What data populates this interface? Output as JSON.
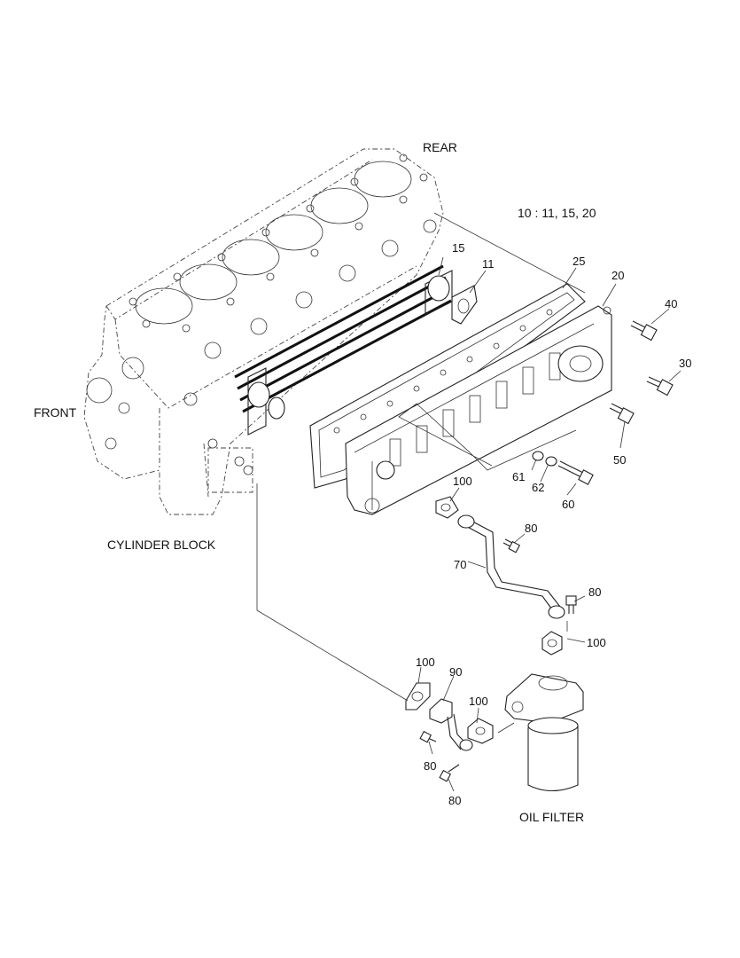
{
  "labels": {
    "rear": "REAR",
    "front": "FRONT",
    "cylinder_block": "CYLINDER BLOCK",
    "oil_filter": "OIL FILTER",
    "kit_note": "10 : 11, 15, 20"
  },
  "parts": {
    "p15": "15",
    "p11": "11",
    "p25": "25",
    "p20": "20",
    "p40": "40",
    "p30": "30",
    "p50": "50",
    "p61": "61",
    "p62": "62",
    "p60": "60",
    "p100_a": "100",
    "p80_a": "80",
    "p70": "70",
    "p80_b": "80",
    "p100_b": "100",
    "p100_c": "100",
    "p90": "90",
    "p100_d": "100",
    "p80_c": "80",
    "p80_d": "80"
  }
}
